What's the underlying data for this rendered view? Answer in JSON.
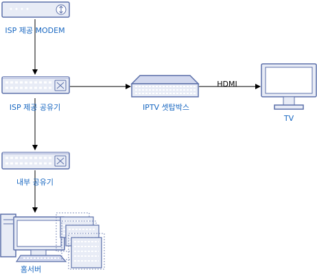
{
  "nodes": {
    "modem": {
      "label": "ISP 제공 MODEM",
      "icon": "modem-icon"
    },
    "isp_router": {
      "label": "ISP 제공 공유기",
      "icon": "router-icon"
    },
    "iptv": {
      "label": "IPTV 셋탑박스",
      "icon": "settop-box-icon"
    },
    "tv": {
      "label": "TV",
      "icon": "tv-icon"
    },
    "internal_router": {
      "label": "내부 공유기",
      "icon": "router-icon"
    },
    "home_server": {
      "label": "홈서버",
      "icon": "server-workstation-icon"
    }
  },
  "edges": {
    "iptv_tv": {
      "label": "HDMI"
    }
  },
  "colors": {
    "device_fill": "#e8ecf6",
    "device_stroke": "#5a6ea8",
    "label_text": "#1565c0",
    "line": "#000000"
  }
}
